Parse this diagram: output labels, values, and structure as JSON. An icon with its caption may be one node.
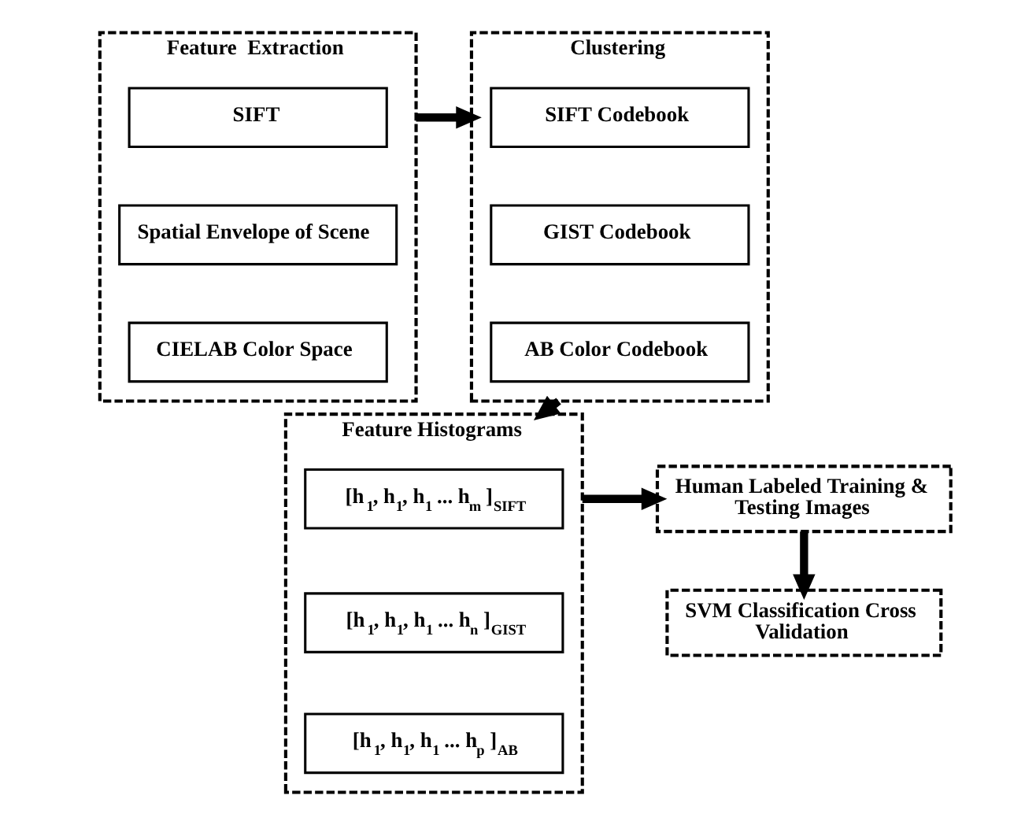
{
  "diagram": {
    "nodes": [
      {
        "text": [
          "Feature  Extraction"
        ]
      },
      {
        "text": [
          "SIFT"
        ],
        "in": 0
      },
      {
        "text": [
          "Spatial Envelope of Scene"
        ],
        "in": 0
      },
      {
        "text": [
          "CIELAB Color Space"
        ],
        "in": 0
      },
      {
        "text": [
          "Clustering"
        ]
      },
      {
        "text": [
          "SIFT Codebook"
        ],
        "in": 4
      },
      {
        "text": [
          "GIST Codebook"
        ],
        "in": 4
      },
      {
        "text": [
          "AB Color Codebook"
        ],
        "in": 4
      },
      {
        "text": [
          "Feature Histograms"
        ]
      },
      {
        "text": [
          "[h$_{1}$, h$_{1}$, h$_{1}$ ... h$_{m}$ ]$_{SIFT}$"
        ],
        "in": 8
      },
      {
        "text": [
          "[h$_{1}$, h$_{1}$, h$_{1}$ ... h$_{n}$ ]$_{GIST}$"
        ],
        "in": 8
      },
      {
        "text": [
          "[h$_{1}$, h$_{1}$, h$_{1}$ ... h$_{p}$ ]$_{AB}$"
        ],
        "in": 8
      },
      {
        "text": [
          "Human Labeled Training & Testing Images"
        ]
      },
      {
        "text": [
          "SVM Classification Cross Validation"
        ]
      }
    ],
    "edges": [
      {
        "from": 0,
        "to": 4,
        "arrow": "to"
      },
      {
        "from": 4,
        "to": 8,
        "arrow": "to"
      },
      {
        "from": 8,
        "to": 12,
        "arrow": "to"
      },
      {
        "from": 12,
        "to": 13,
        "arrow": "to"
      }
    ]
  }
}
